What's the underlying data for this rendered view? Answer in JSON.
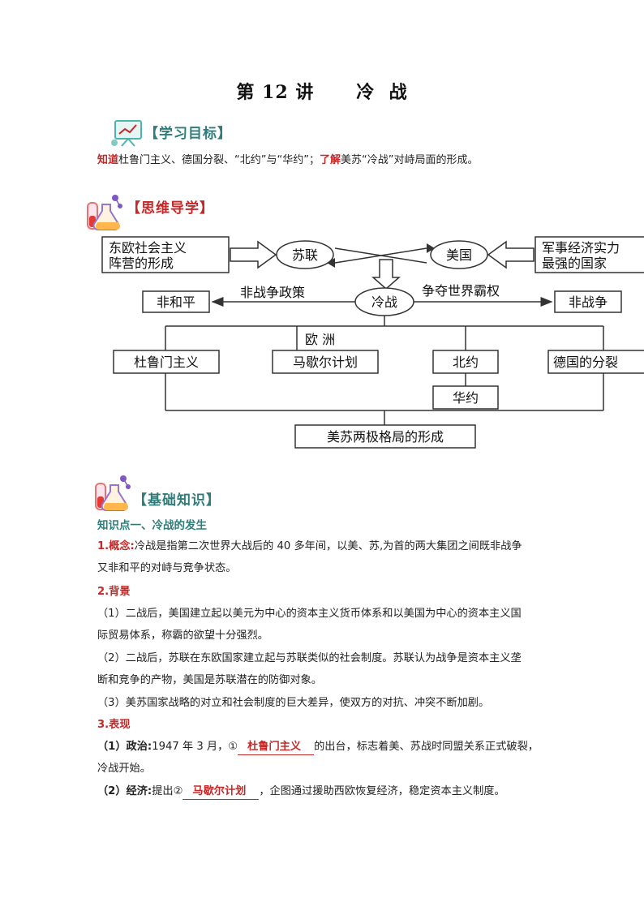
{
  "title": "第 12 讲      冷  战",
  "section_goals": {
    "heading": "【学习目标】"
  },
  "objective": {
    "kw1": "知道",
    "text1": "杜鲁门主义、德国分裂、“北约”与“华约”；",
    "kw2": "了解",
    "text2": "美苏“冷战”对峙局面的形成。"
  },
  "section_mindmap": {
    "heading": "【思维导学】"
  },
  "diagram": {
    "box_eastern_bloc_line1": "东欧社会主义",
    "box_eastern_bloc_line2": "阵营的形成",
    "node_ussr": "苏联",
    "node_usa": "美国",
    "box_strongest_line1": "军事经济实力",
    "box_strongest_line2": "最强的国家",
    "node_cold_war": "冷战",
    "label_non_war_policy": "非战争政策",
    "label_hegemony": "争夺世界霸权",
    "box_non_peace": "非和平",
    "box_non_war": "非战争",
    "label_europe": "欧  洲",
    "box_truman": "杜鲁门主义",
    "box_marshall": "马歇尔计划",
    "box_nato": "北约",
    "box_germany": "德国的分裂",
    "box_warsaw": "华约",
    "box_bipolar": "美苏两极格局的形成"
  },
  "section_basics": {
    "heading": "【基础知识】"
  },
  "kp1": {
    "heading": "知识点一、冷战的发生",
    "concept_label": "1.概念:",
    "concept_line1": "冷战是指第二次世界大战后的 40 多年间，以美、苏,为首的两大集团之间既非战争",
    "concept_line2": "又非和平的对峙与竞争状态。",
    "background_label": "2.背景",
    "bg1_line1": "（1）二战后，美国建立起以美元为中心的资本主义货币体系和以美国为中心的资本主义国",
    "bg1_line2": "际贸易体系，称霸的欲望十分强烈。",
    "bg2_line1": "（2）二战后，苏联在东欧国家建立起与苏联类似的社会制度。苏联认为战争是资本主义垄",
    "bg2_line2": "断和竞争的产物，美国是苏联潜在的防御对象。",
    "bg3": "（3）美苏国家战略的对立和社会制度的巨大差异，使双方的对抗、冲突不断加剧。",
    "manifest_label": "3.表现",
    "pol_label": "（1）政治:",
    "pol_pre": "1947 年 3 月，①",
    "pol_blank": "杜鲁门主义",
    "pol_post": "的出台，标志着美、苏战时同盟关系正式破裂，",
    "pol_line2": "冷战开始。",
    "eco_label": "（2）经济:",
    "eco_pre": "提出②",
    "eco_blank": "马歇尔计划",
    "eco_post": "，企图通过援助西欧恢复经济，稳定资本主义制度。"
  }
}
